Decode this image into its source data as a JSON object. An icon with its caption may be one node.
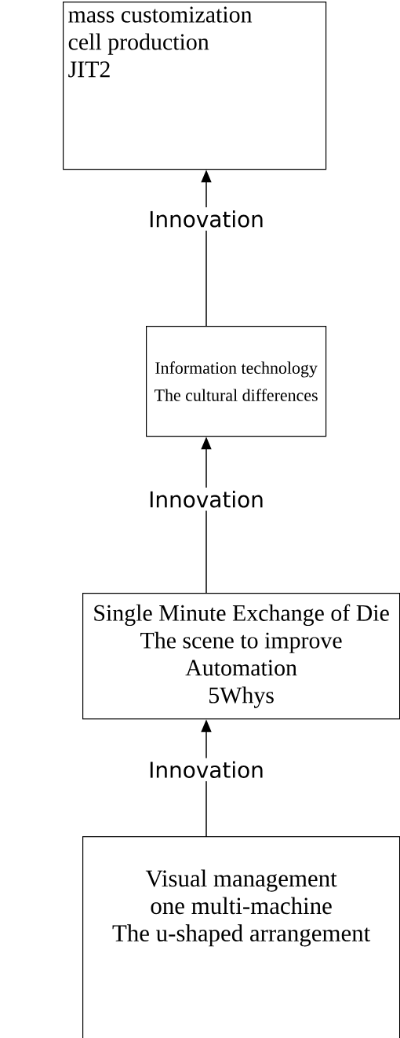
{
  "diagram": {
    "nodes": [
      {
        "text": [
          "mass customization",
          "cell production",
          "JIT2"
        ]
      },
      {
        "text": [
          "Information technology",
          "The cultural differences"
        ]
      },
      {
        "text": [
          "Single Minute Exchange of Die",
          "The scene to improve",
          "Automation",
          "5Whys"
        ]
      },
      {
        "text": [
          "Visual management",
          "one multi-machine",
          "The u-shaped arrangement"
        ]
      }
    ],
    "edges": [
      {
        "from": 1,
        "to": 0,
        "arrow": "to",
        "label": "Innovation"
      },
      {
        "from": 2,
        "to": 1,
        "arrow": "to",
        "label": "Innovation"
      },
      {
        "from": 3,
        "to": 2,
        "arrow": "to",
        "label": "Innovation"
      }
    ]
  }
}
